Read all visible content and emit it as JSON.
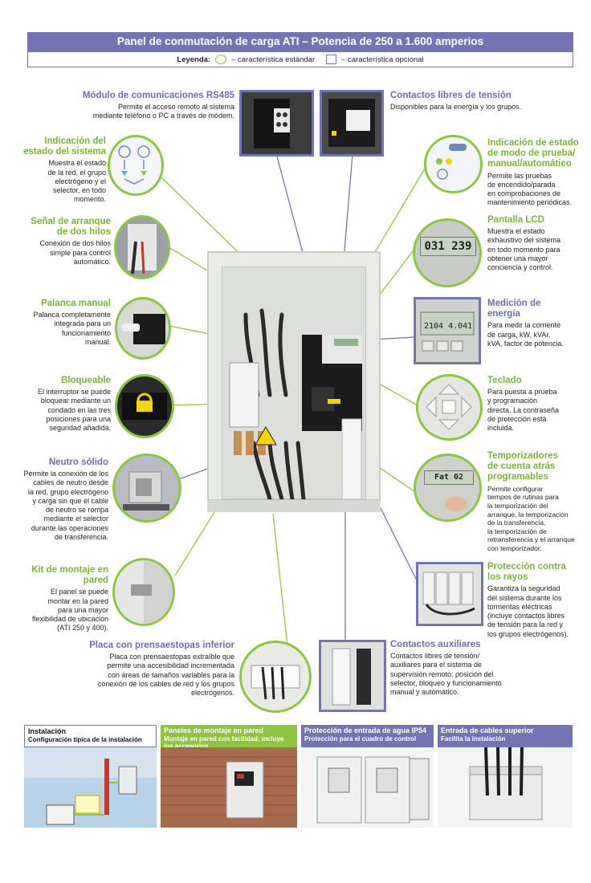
{
  "header": {
    "title": "Panel de conmutación de carga ATI – Potencia de 250 a 1.600 amperios",
    "legend_label": "Leyenda:",
    "legend_standard": "– característica estándar",
    "legend_optional": "– característica opcional"
  },
  "features": {
    "rs485": {
      "title": "Módulo de comunicaciones RS485",
      "desc": "Permite el acceso remoto al sistema\nmediante teléfono o PC a través de módem."
    },
    "contactos_libres": {
      "title": "Contactos libres de tensión",
      "desc": "Disponibles para la energía y los grupos."
    },
    "indicacion_estado": {
      "title": "Indicación del\nestado del sistema",
      "desc": "Muestra el estado\nde la red, el grupo\nelectrógeno y el\nselector, en todo\nmomento."
    },
    "indicacion_modo": {
      "title": "Indicación de estado\nde modo de prueba/\nmanual/automático",
      "desc": "Permite las pruebas\nde encendido/parada\nen comprobaciones de\nmantenimiento periódicas."
    },
    "senal_arranque": {
      "title": "Señal de arranque\nde dos hilos",
      "desc": "Conexión de dos hilos\nsimple para control\nautomático."
    },
    "pantalla_lcd": {
      "title": "Pantalla LCD",
      "desc": "Muestra el estado\nexhaustivo del sistema\nen todo momento para\nobtener una mayor\nconciencia y control."
    },
    "palanca": {
      "title": "Palanca manual",
      "desc": "Palanca completamente\nintegrada para un\nfuncionamiento\nmanual."
    },
    "medicion": {
      "title": "Medición de\nenergía",
      "desc": "Para medir la corriente\nde carga, kW, kVAr,\nkVA, factor de potencia."
    },
    "bloqueable": {
      "title": "Bloqueable",
      "desc": "El interruptor se puede\nbloquear mediante un\ncondado en las tres\nposiciones para una\nseguridad añadida."
    },
    "teclado": {
      "title": "Teclado",
      "desc": "Para puesta a prueba\ny programación\ndirecta. La contraseña\nde protección está\nincluida."
    },
    "neutro": {
      "title": "Neutro sólido",
      "desc": "Permite la conexión de los\ncables de neutro desde\nla red, grupo electrógeno\ny carga sin que el cable\nde neutro se rompa\nmediante el selector\ndurante las operaciones\nde transferencia."
    },
    "temporizadores": {
      "title": "Temporizadores\nde cuenta atrás\nprogramables",
      "desc": "Permite configurar\ntiempos de rutinas para\nla temporización del\narranque, la temporización\nde la transferencia,\nla temporización de\nretransferencia y el arranque\ncon temporizador."
    },
    "kit_montaje": {
      "title": "Kit de montaje en\npared",
      "desc": "El panel se puede\nmontar en la pared\npara una mayor\nflexibilidad de ubicación\n(ATI 250 y 400)."
    },
    "proteccion_rayos": {
      "title": "Protección contra\nlos rayos",
      "desc": "Garantiza la seguridad\ndel sistema durante los\ntormentas eléctricas\n(incluye contactos libres\nde tensión para la red y\nlos grupos electrógenos)."
    },
    "placa": {
      "title": "Placa con prensaestopas inferior",
      "desc": "Placa con prensaestopas extraíble que\npermite una accesibilidad incrementada\ncon áreas de tamaños variables para la\nconexión de los cables de red y los grupos\nelectrógenos."
    },
    "contactos_aux": {
      "title": "Contactos auxiliares",
      "desc": "Contactos libres de tensión/\nauxiliares para el sistema de\nsupervisión remoto; posición del\nselector, bloqueo y funcionamiento\nmanual y automático."
    }
  },
  "lcd": {
    "main": "031 239",
    "timer": "Fat 02"
  },
  "strip": [
    {
      "title": "Instalación",
      "sub": "Configuración típica de la instalación"
    },
    {
      "title": "Paneles de montaje en pared",
      "sub": "Montaje en pared con facilidad; incluye los accesorios"
    },
    {
      "title": "Protección de entrada de agua IP54",
      "sub": "Protección para el cuadro de control"
    },
    {
      "title": "Entrada de cables superior",
      "sub": "Facilita la instalación"
    }
  ],
  "colors": {
    "purple": "#7474b4",
    "green": "#8dc63f"
  }
}
